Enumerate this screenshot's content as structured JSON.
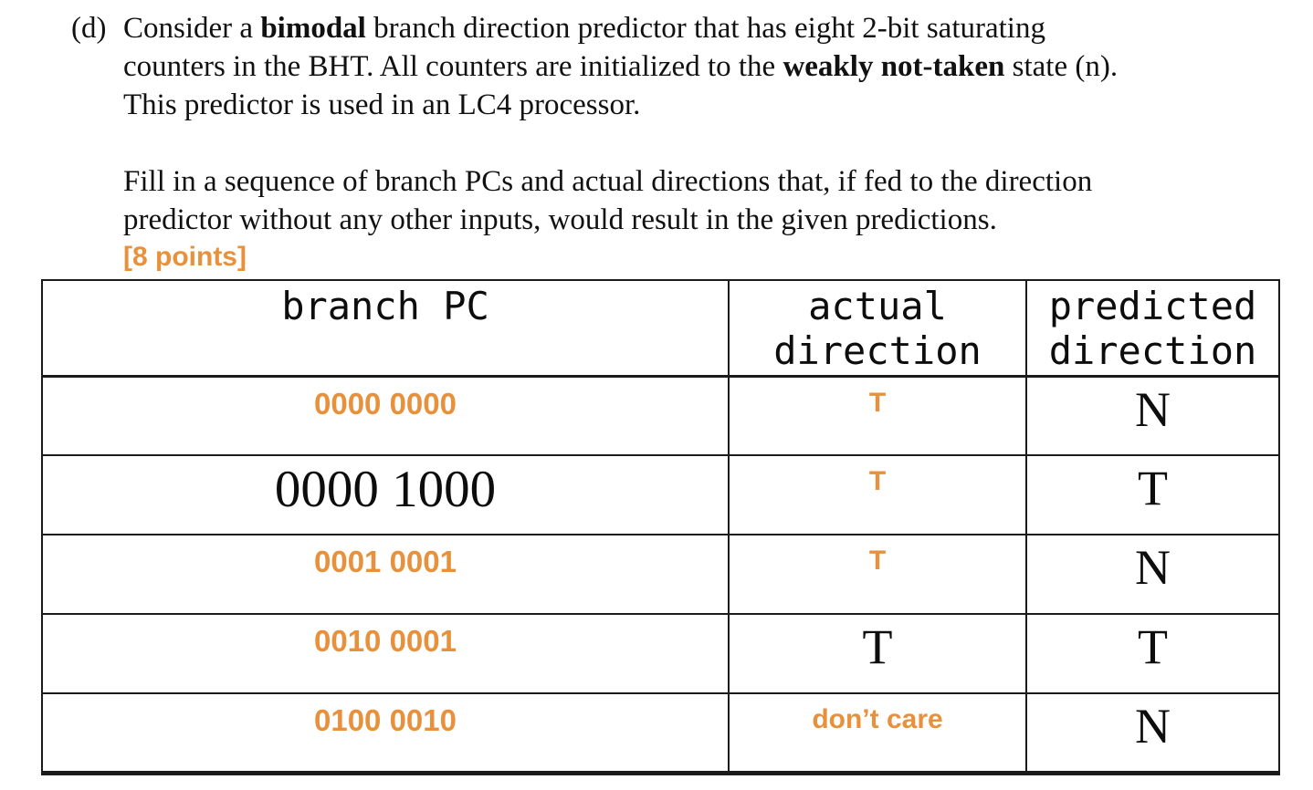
{
  "question": {
    "label": "(d)",
    "paragraph1_lines": [
      [
        {
          "text": "Consider a ",
          "bold": false
        },
        {
          "text": "bimodal",
          "bold": true
        },
        {
          "text": " branch direction predictor that has eight 2-bit saturating",
          "bold": false
        }
      ],
      [
        {
          "text": "counters in the BHT. All counters are initialized to the ",
          "bold": false
        },
        {
          "text": "weakly not-taken",
          "bold": true
        },
        {
          "text": " state (n).",
          "bold": false
        }
      ],
      [
        {
          "text": "This predictor is used in an LC4 processor.",
          "bold": false
        }
      ]
    ],
    "paragraph2_lines": [
      "Fill in a sequence of branch PCs and actual directions that, if fed to the direction",
      "predictor without any other inputs, would result in the given predictions."
    ],
    "points": "[8 points]"
  },
  "table": {
    "headers": [
      "branch PC",
      "actual direction",
      "predicted direction"
    ],
    "rows": [
      {
        "branch_pc": "0000 0000",
        "branch_pc_style": "filled",
        "actual": "T",
        "actual_style": "filled",
        "predicted": "N"
      },
      {
        "branch_pc": "0000 1000",
        "branch_pc_style": "printed",
        "actual": "T",
        "actual_style": "filled",
        "predicted": "T"
      },
      {
        "branch_pc": "0001 0001",
        "branch_pc_style": "filled",
        "actual": "T",
        "actual_style": "filled",
        "predicted": "N"
      },
      {
        "branch_pc": "0010 0001",
        "branch_pc_style": "filled",
        "actual": "T",
        "actual_style": "printed",
        "predicted": "T"
      },
      {
        "branch_pc": "0100 0010",
        "branch_pc_style": "filled",
        "actual": "don’t care",
        "actual_style": "filled",
        "predicted": "N"
      }
    ]
  },
  "colors": {
    "accent_orange": "#E8913C",
    "ink": "#111111"
  }
}
